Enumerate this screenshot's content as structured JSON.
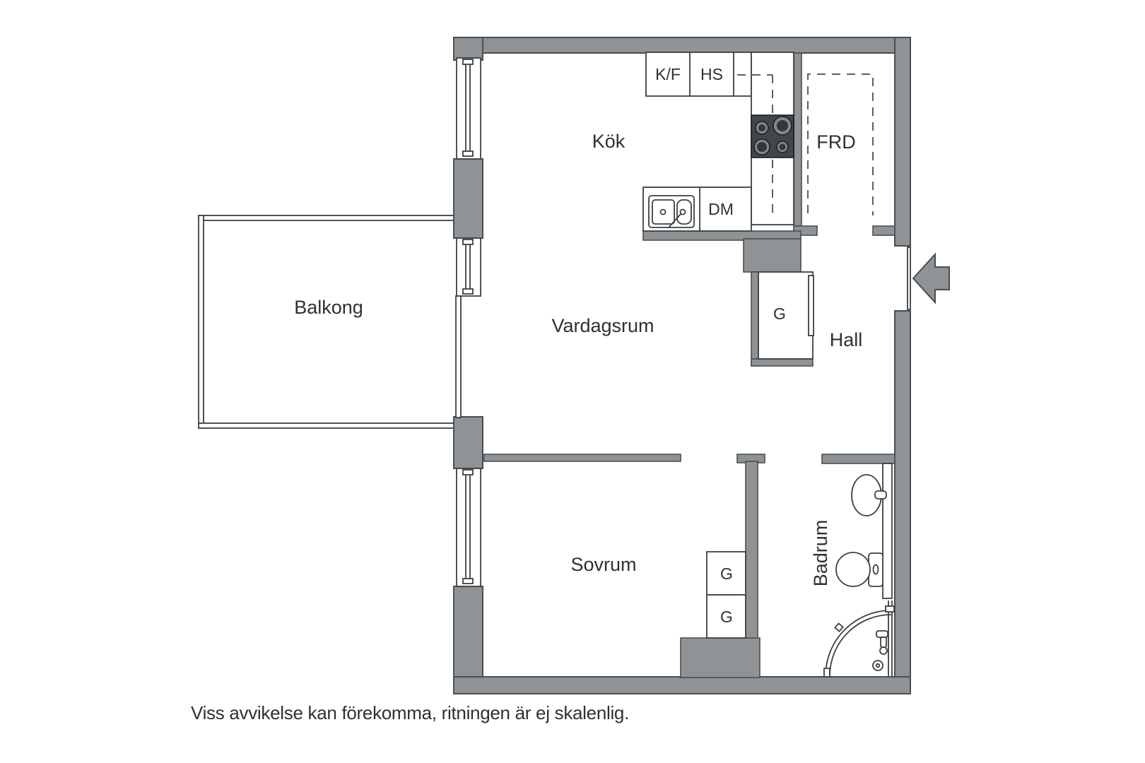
{
  "colors": {
    "bg": "#ffffff",
    "wall": "#8f9396",
    "wall-outline": "#4a4e51",
    "line": "#3c4042",
    "dash": "#5c6063",
    "text": "#2e3133",
    "stove": "#424648",
    "burner": "#83878a",
    "burner-center": "#34373a"
  },
  "rooms": {
    "balkong": "Balkong",
    "kok": "Kök",
    "frd": "FRD",
    "vardagsrum": "Vardagsrum",
    "hall": "Hall",
    "sovrum": "Sovrum",
    "badrum": "Badrum"
  },
  "labels": {
    "fridge_freezer": "K/F",
    "tall_cabinet": "HS",
    "dishwasher": "DM",
    "wardrobe": "G"
  },
  "disclaimer": "Viss avvikelse kan förekomma, ritningen är ej skalenlig."
}
